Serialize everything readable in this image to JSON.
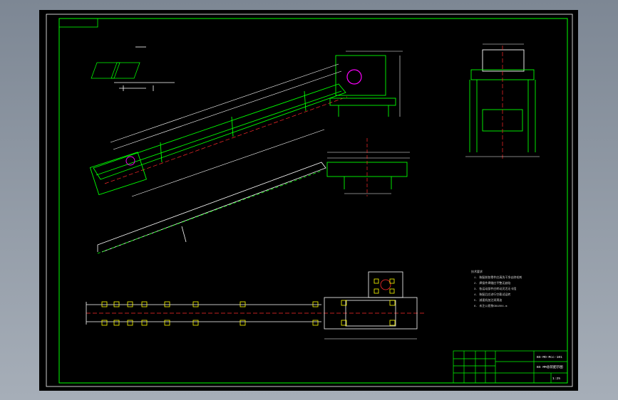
{
  "title_block": {
    "drawing_number": "BS-MO-Mcc-101",
    "drawing_title": "BS MM总装配示图",
    "scale": "1:25"
  },
  "notes": {
    "heading": "技术要求",
    "lines": [
      "1. 装配前各零件应清洗干净去除毛刺",
      "2. 焊接件焊缝应平整无缺陷",
      "3. 各运动部件应转动灵活无卡阻",
      "4. 装配后应进行空载试运转",
      "5. 减速机加注润滑油",
      "6. 未注公差按GB1804-m"
    ]
  },
  "colors": {
    "frame": "#00ff00",
    "geometry": "#00ff00",
    "centerline": "#ff2a2a",
    "dimension": "#ffffff",
    "highlight": "#ff00ff",
    "anchor": "#ffff00"
  },
  "icons": [
    "scroll-up-icon"
  ]
}
